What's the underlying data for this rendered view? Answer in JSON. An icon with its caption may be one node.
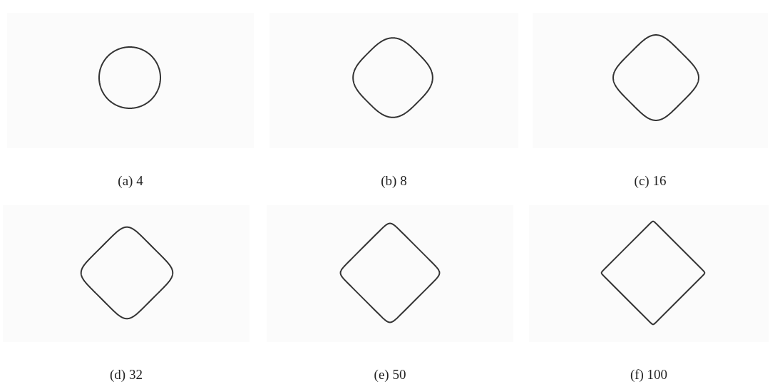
{
  "diagram": {
    "nodes": [
      {
        "text": [
          "(a) 4"
        ]
      },
      {
        "text": [],
        "shape": "circle",
        "in": 0
      },
      {
        "text": [
          "(b) 8"
        ]
      },
      {
        "text": [],
        "shape": "diamond",
        "in": 2
      },
      {
        "text": [
          "(c) 16"
        ]
      },
      {
        "text": [],
        "shape": "diamond",
        "in": 4
      },
      {
        "text": [
          "(d) 32"
        ]
      },
      {
        "text": [],
        "shape": "diamond",
        "in": 6
      },
      {
        "text": [
          "(e) 50"
        ]
      },
      {
        "text": [],
        "shape": "diamond",
        "in": 8
      },
      {
        "text": [
          "(f) 100"
        ]
      },
      {
        "text": [],
        "shape": "diamond",
        "in": 10
      }
    ]
  }
}
